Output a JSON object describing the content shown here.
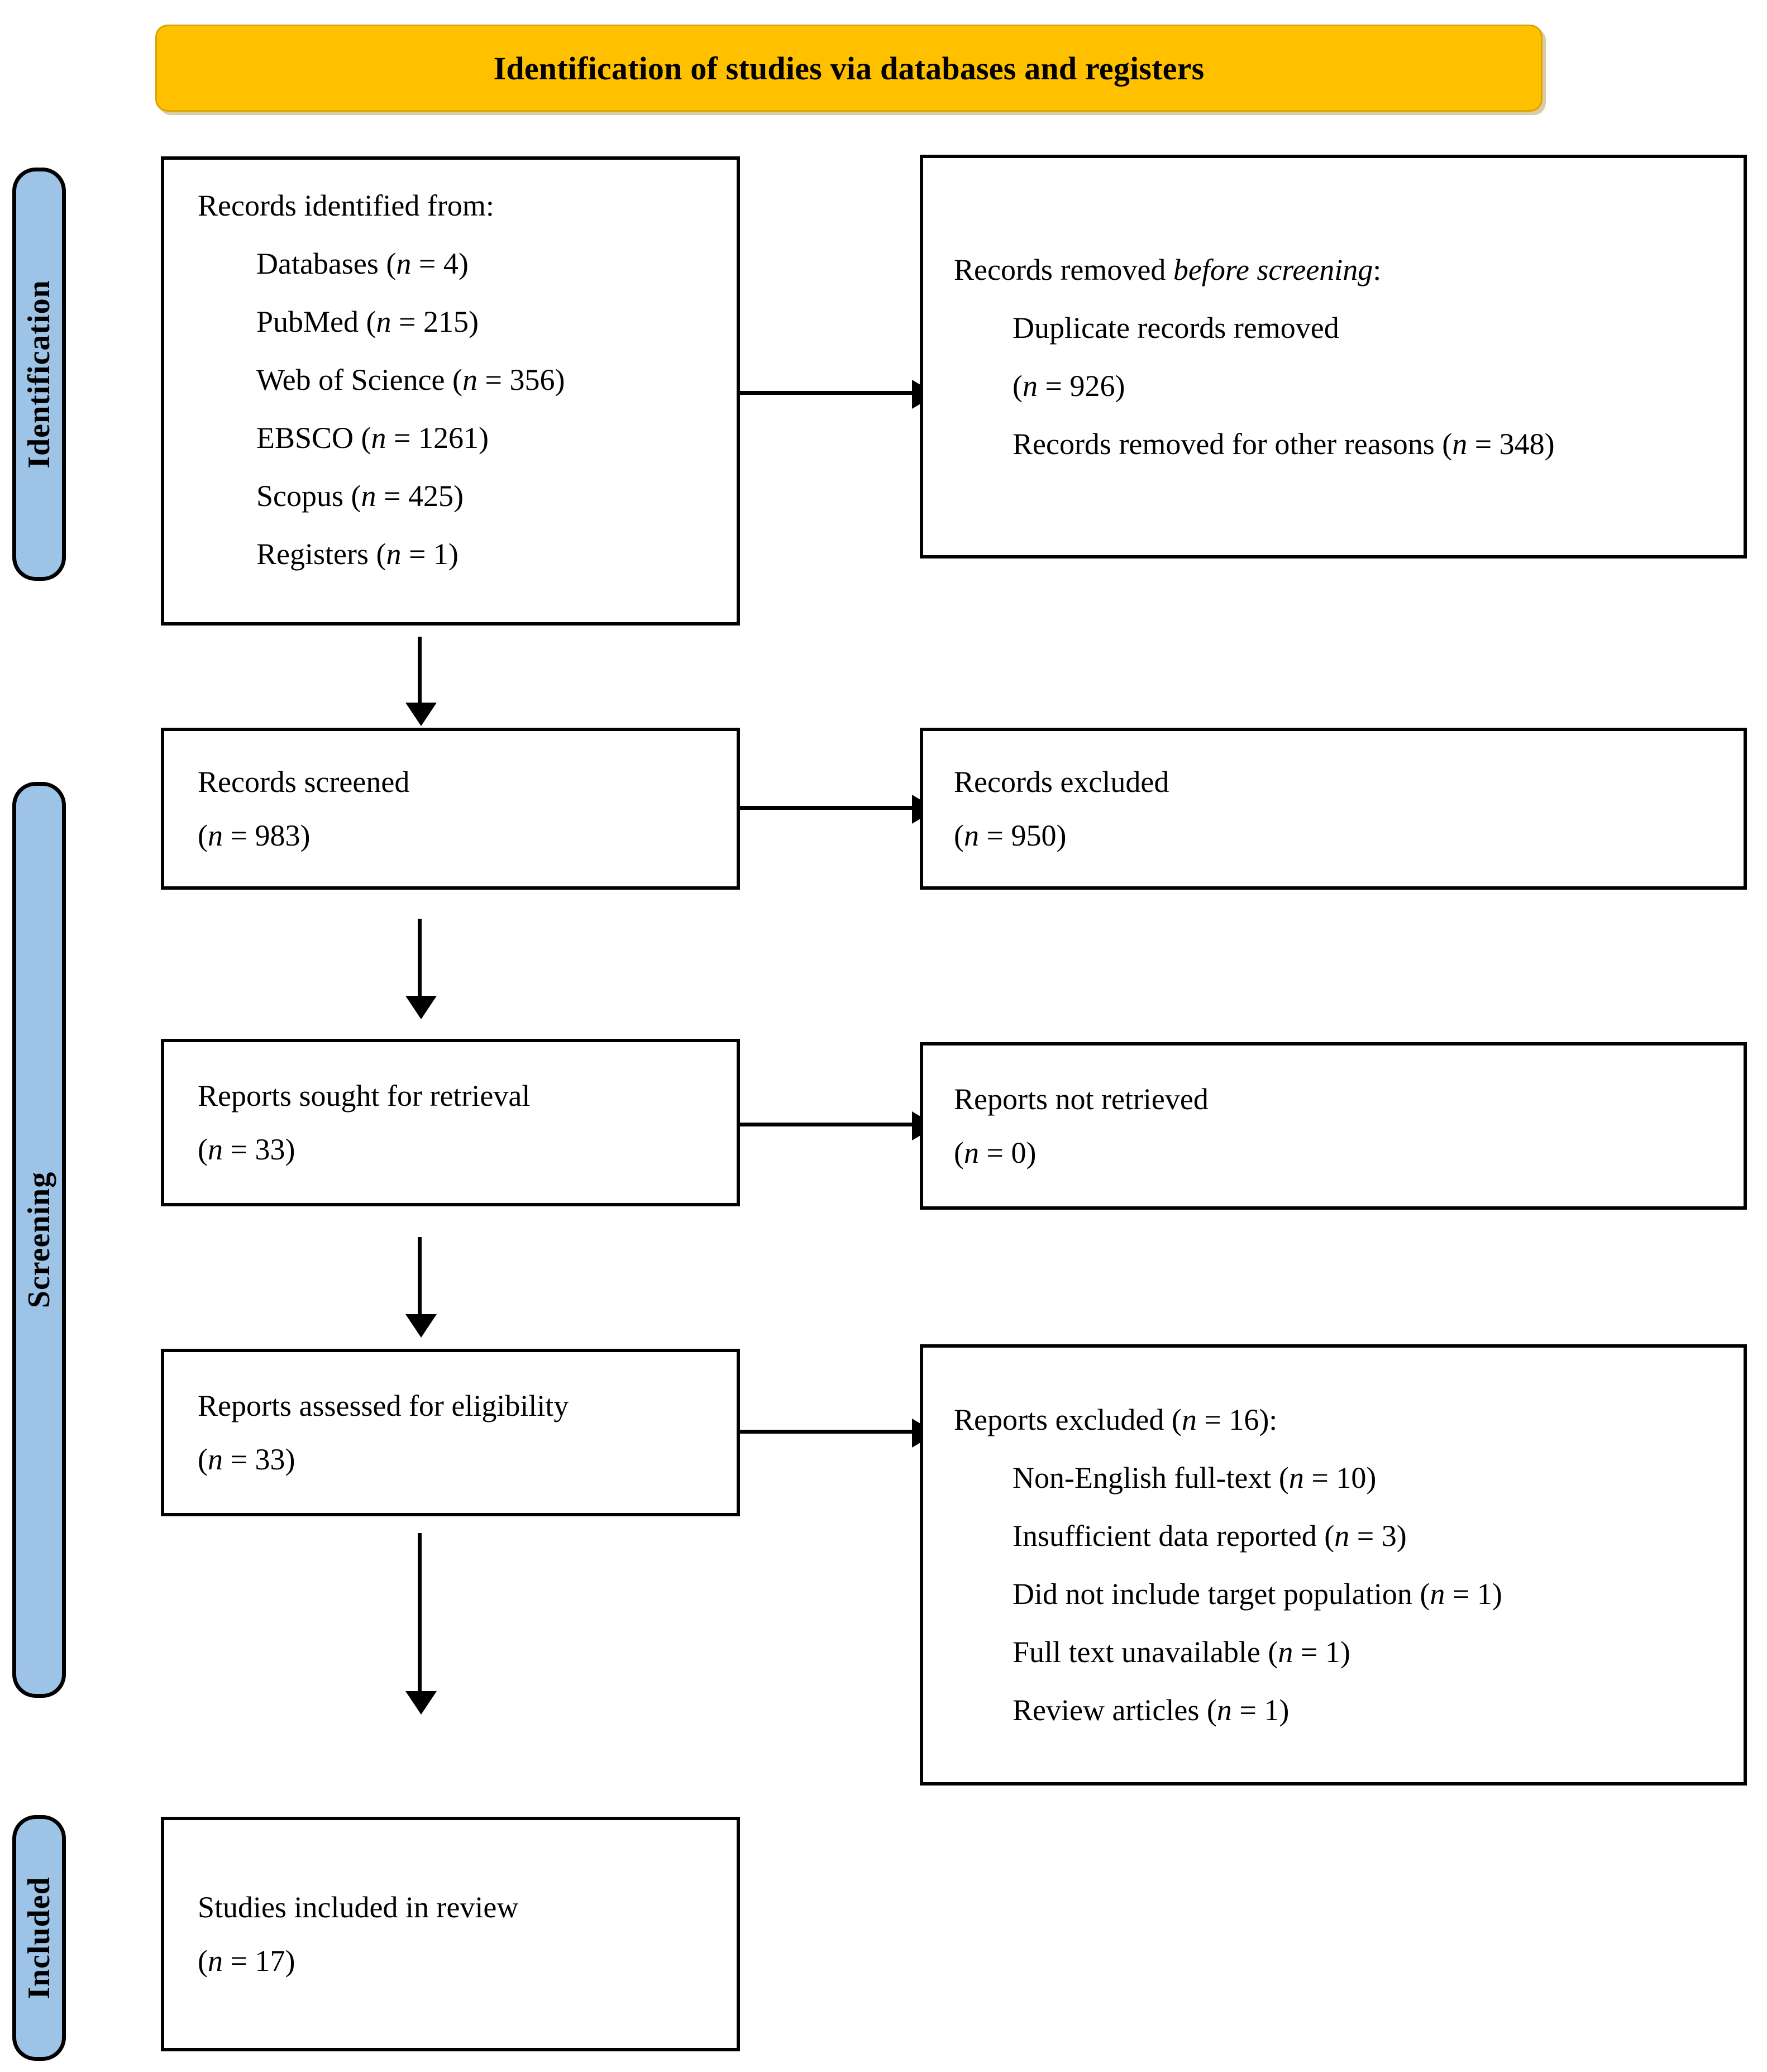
{
  "colors": {
    "banner_gold": "#FFC000",
    "rail_blue": "#9DC3E6",
    "border_black": "#000000",
    "page_background": "#FFFFFF"
  },
  "banner": {
    "title": "Identification of studies via databases and registers"
  },
  "rails": [
    {
      "id": "identification",
      "label": "Identification"
    },
    {
      "id": "screening",
      "label": "Screening"
    },
    {
      "id": "included",
      "label": "Included"
    }
  ],
  "boxes": {
    "records_identified": {
      "heading": "Records identified from:",
      "items": [
        "Databases (n = 4)",
        "PubMed (n = 215)",
        "Web of Science (n = 356)",
        "EBSCO (n = 1261)",
        "Scopus (n = 425)",
        "Registers (n = 1)"
      ]
    },
    "records_removed": {
      "heading_plain": "Records removed ",
      "heading_italic": "before screening",
      "heading_suffix": ":",
      "items": [
        "Duplicate records removed",
        "(n = 926)",
        "Records removed for other reasons (n = 348)"
      ]
    },
    "records_screened": {
      "title": "Records screened",
      "count": "(n = 983)"
    },
    "records_excluded": {
      "title": "Records excluded",
      "count": "(n = 950)"
    },
    "reports_sought": {
      "title": "Reports sought for retrieval",
      "count": "(n = 33)"
    },
    "reports_not_retrieved": {
      "title": "Reports not retrieved",
      "count": "(n = 0)"
    },
    "reports_assessed": {
      "title": "Reports assessed for eligibility",
      "count": "(n = 33)"
    },
    "reports_excluded": {
      "heading": "Reports excluded (n = 16):",
      "items": [
        "Non-English full-text (n = 10)",
        "Insufficient data reported (n = 3)",
        "Did not include target population (n = 1)",
        "Full text unavailable (n = 1)",
        "Review articles (n = 1)"
      ]
    },
    "studies_included": {
      "title": "Studies included in review",
      "count": "(n = 17)"
    }
  },
  "arrows": [
    {
      "id": "identified-to-removed",
      "direction": "right"
    },
    {
      "id": "identified-to-screened",
      "direction": "down"
    },
    {
      "id": "screened-to-excluded",
      "direction": "right"
    },
    {
      "id": "screened-to-sought",
      "direction": "down"
    },
    {
      "id": "sought-to-not-retrieved",
      "direction": "right"
    },
    {
      "id": "sought-to-assessed",
      "direction": "down"
    },
    {
      "id": "assessed-to-excluded",
      "direction": "right"
    },
    {
      "id": "assessed-to-included",
      "direction": "down"
    }
  ]
}
